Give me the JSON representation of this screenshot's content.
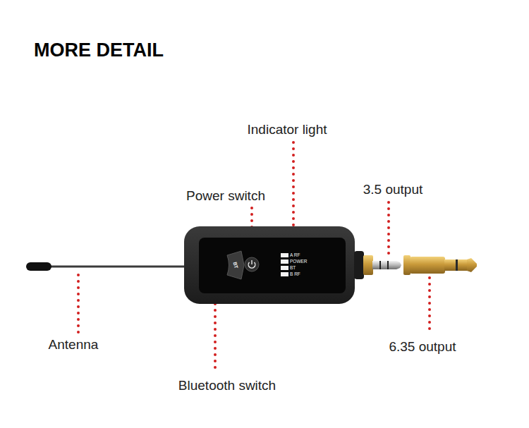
{
  "diagram": {
    "title": "MORE DETAIL",
    "labels": [
      "Indicator light",
      "Power switch",
      "3.5 output",
      "BT",
      "A RF",
      "POWER",
      "BT",
      "B RF",
      "Antenna",
      "6.35 output",
      "Bluetooth switch"
    ]
  }
}
